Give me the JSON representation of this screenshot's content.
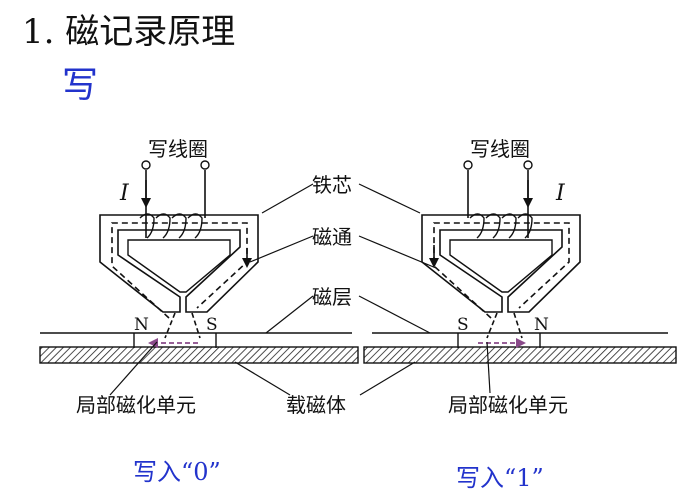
{
  "slide": {
    "title": "1. 磁记录原理",
    "subtitle": "写"
  },
  "diagram": {
    "coil_label": "写线圈",
    "current_label": "I",
    "core_label": "铁芯",
    "flux_label": "磁通",
    "layer_label": "磁层",
    "carrier_label": "载磁体",
    "local_unit_label": "局部磁化单元",
    "pole_n": "N",
    "pole_s": "S",
    "caption_left": "写入“0”",
    "caption_right": "写入“1”"
  },
  "colors": {
    "accent_blue": "#2233cc",
    "arrow_purple": "#8a4a8a",
    "line": "#111111"
  }
}
